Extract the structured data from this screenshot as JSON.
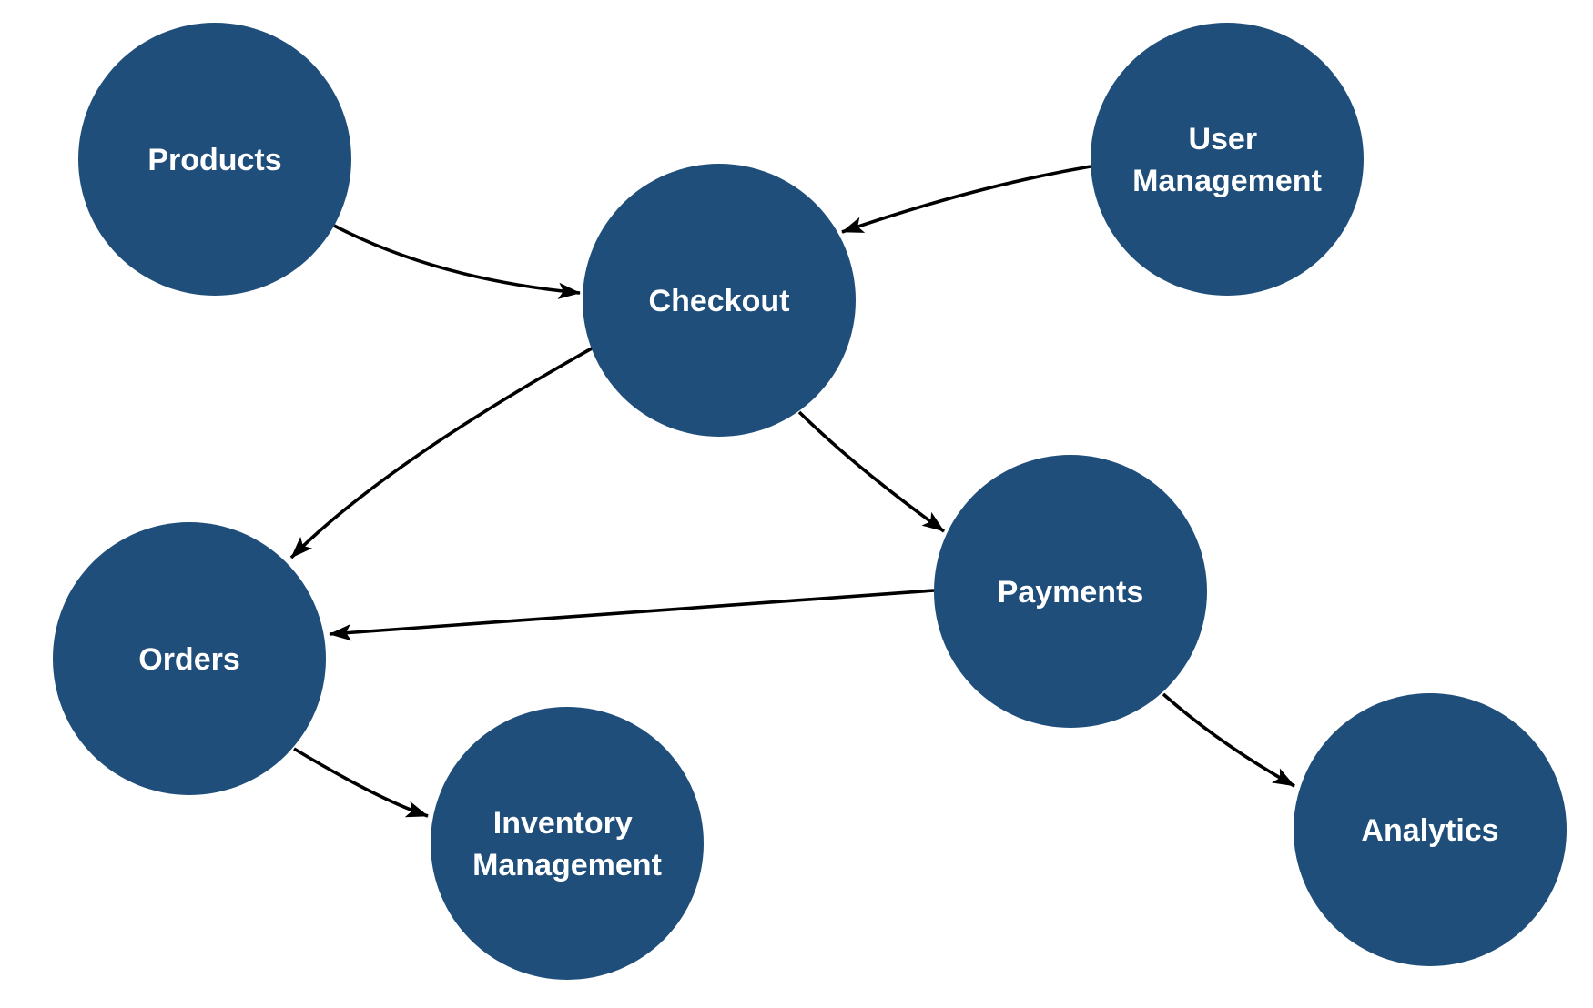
{
  "diagram": {
    "type": "flowchart",
    "colors": {
      "background": "#ffffff",
      "node_fill": "#1f4e7b",
      "label_color": "#ffffff",
      "edge_color": "#000000"
    },
    "nodes": {
      "products": {
        "label": "Products"
      },
      "user_management": {
        "label": "User Management",
        "line1": "User",
        "line2": "Management"
      },
      "checkout": {
        "label": "Checkout"
      },
      "payments": {
        "label": "Payments"
      },
      "orders": {
        "label": "Orders"
      },
      "inventory_management": {
        "label": "Inventory Management",
        "line1": "Inventory",
        "line2": "Management"
      },
      "analytics": {
        "label": "Analytics"
      }
    },
    "edges": [
      {
        "from": "Products",
        "to": "Checkout"
      },
      {
        "from": "User Management",
        "to": "Checkout"
      },
      {
        "from": "Checkout",
        "to": "Payments"
      },
      {
        "from": "Checkout",
        "to": "Orders"
      },
      {
        "from": "Payments",
        "to": "Orders"
      },
      {
        "from": "Orders",
        "to": "Inventory Management"
      },
      {
        "from": "Payments",
        "to": "Analytics"
      }
    ]
  }
}
